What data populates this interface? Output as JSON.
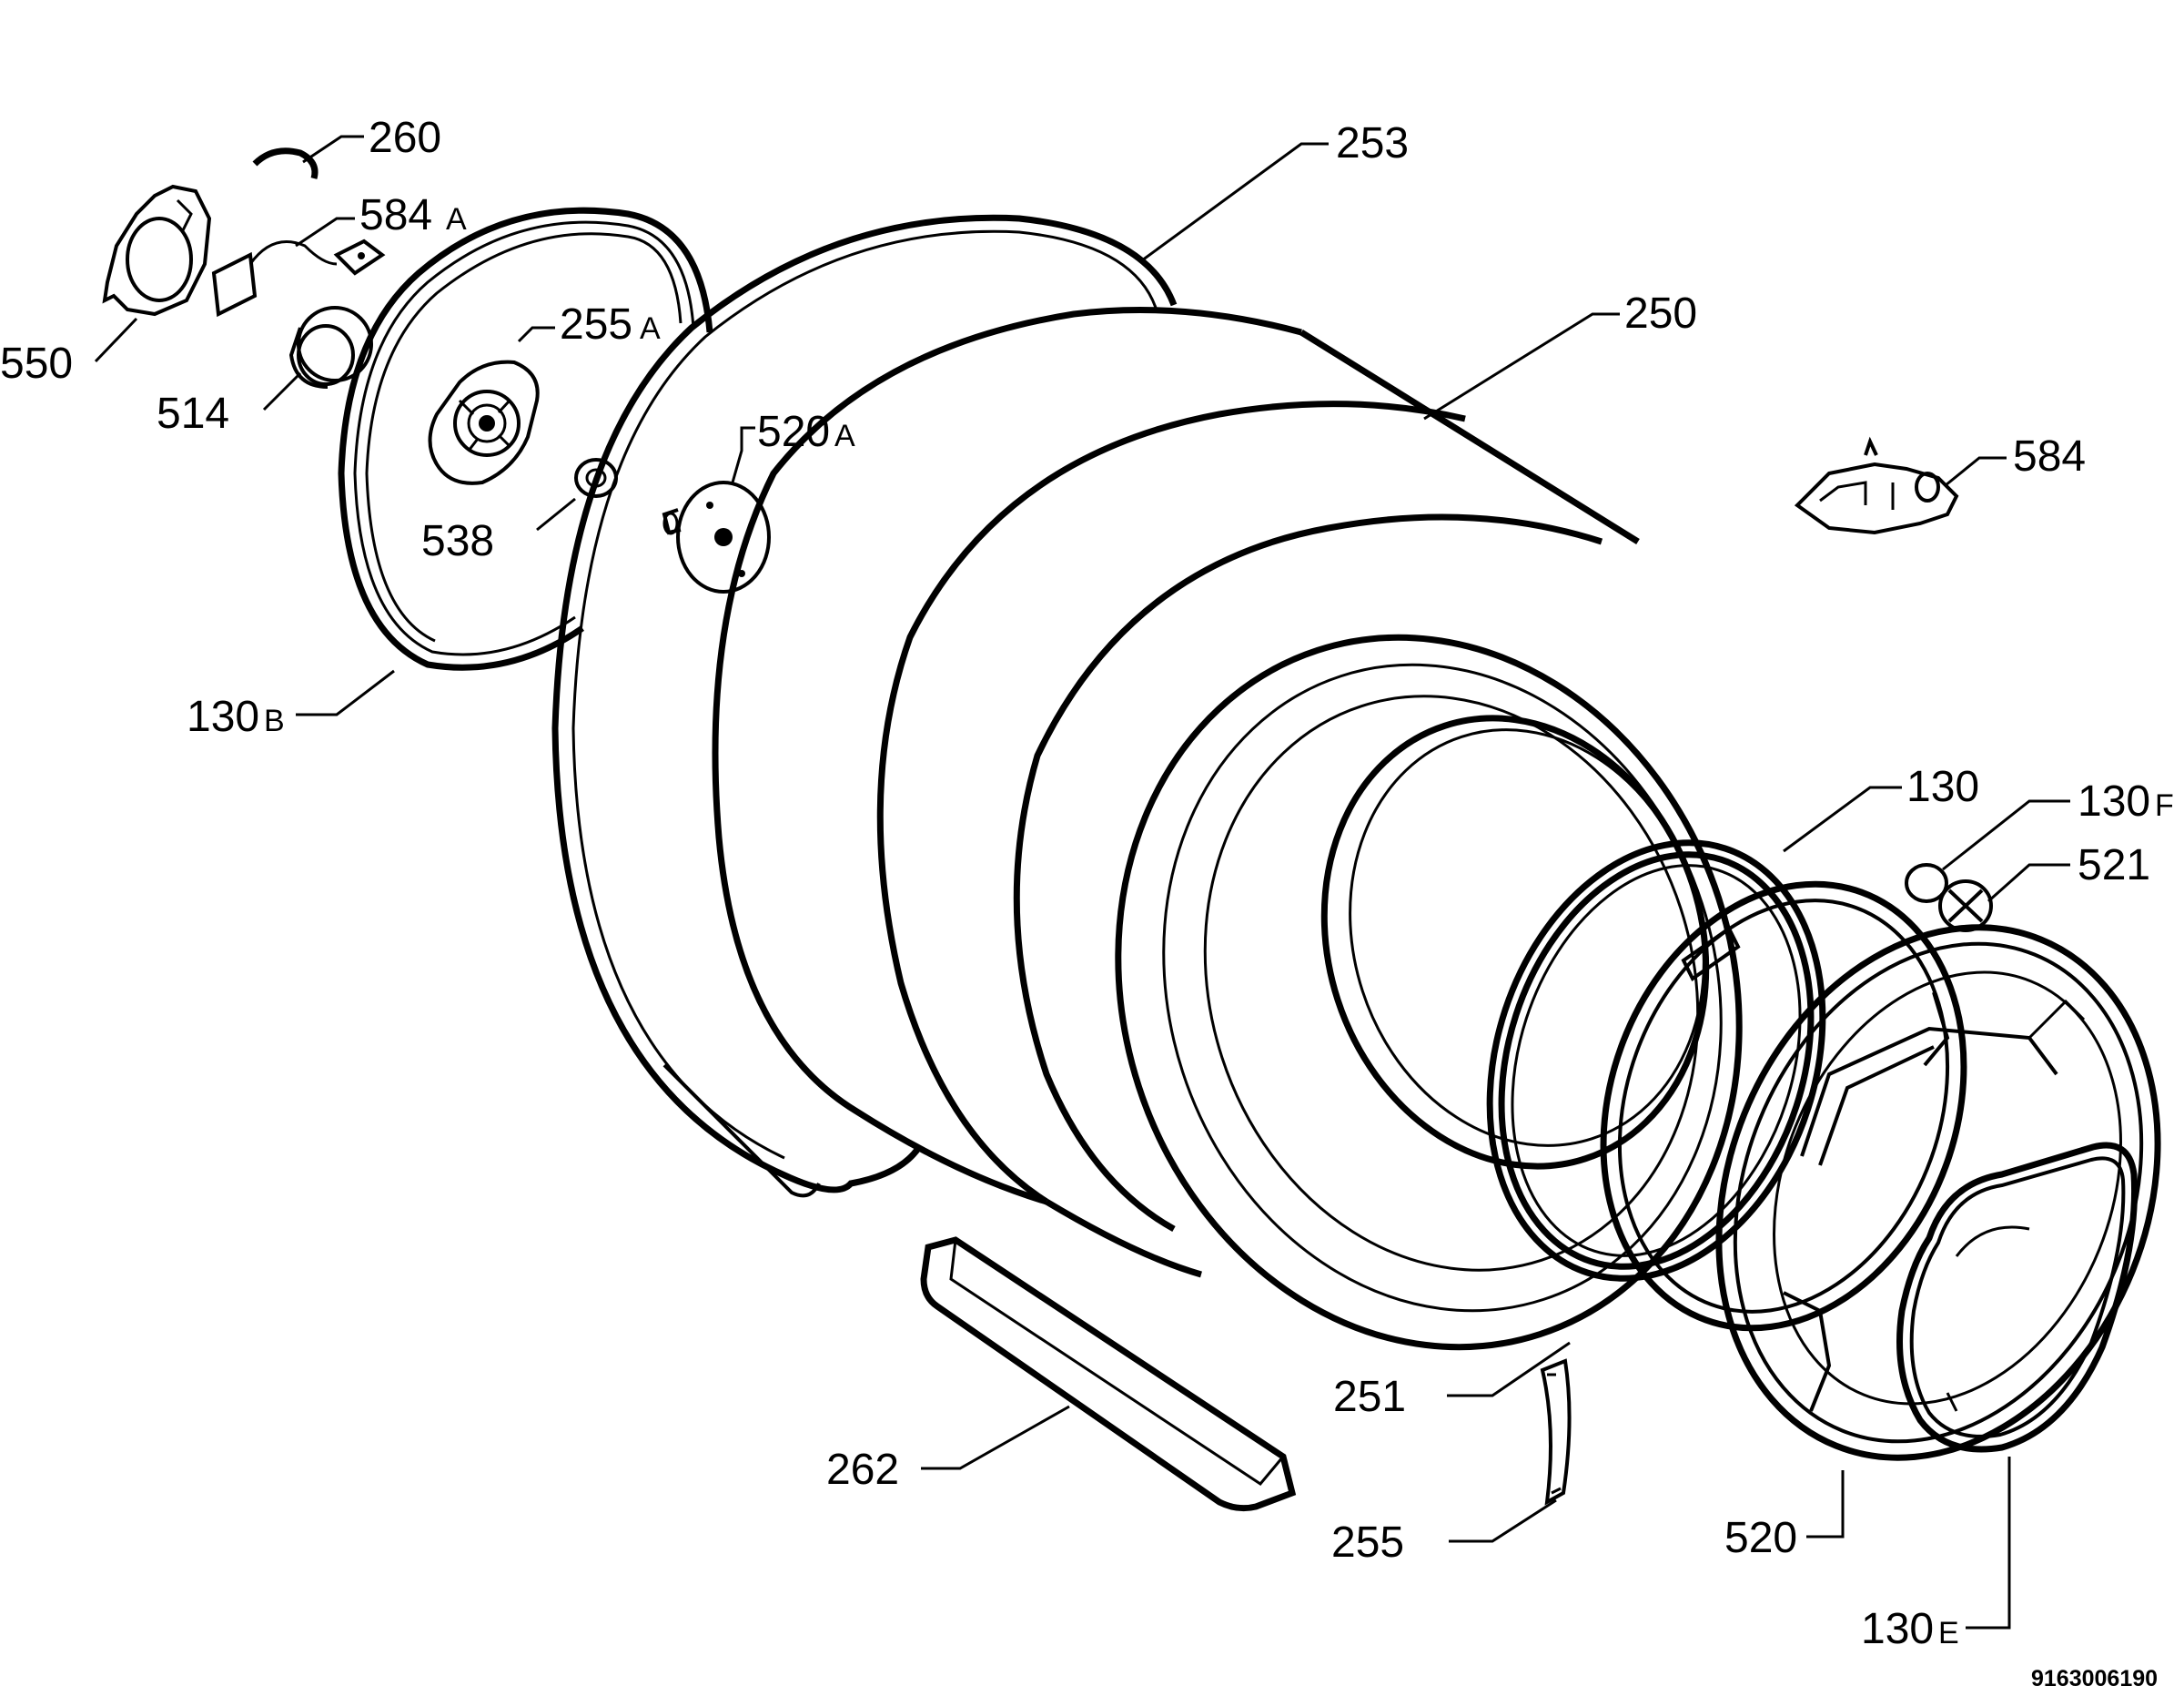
{
  "labels": {
    "p260": "260",
    "p253": "253",
    "p584a": "584",
    "p584a_suffix": "A",
    "p550": "550",
    "p255a": "255",
    "p255a_suffix": "A",
    "p250": "250",
    "p514": "514",
    "p520a": "520",
    "p520a_suffix": "A",
    "p584": "584",
    "p538": "538",
    "p130b": "130",
    "p130b_suffix": "B",
    "p130": "130",
    "p130f": "130",
    "p130f_suffix": "F",
    "p521": "521",
    "p251": "251",
    "p262": "262",
    "p255": "255",
    "p520": "520",
    "p130e": "130",
    "p130e_suffix": "E"
  },
  "drawing_code": "9163006190"
}
